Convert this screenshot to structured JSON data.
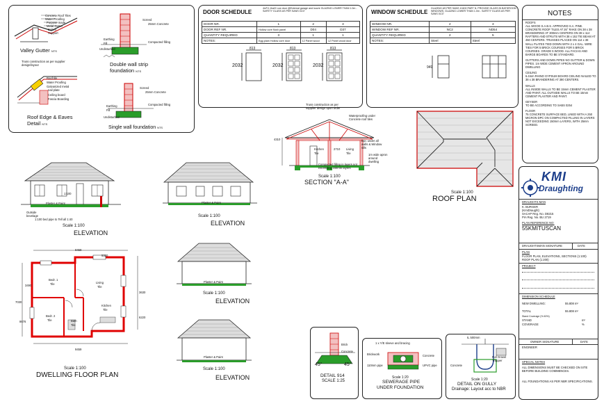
{
  "details_panel": {
    "valley_gutter_title": "Valley Gutter",
    "valley_gutter_nts": "NTS",
    "valley_labels": [
      "Concrete Roof Tiles",
      "Water Proofing",
      "Purpose made",
      "Metal Gutter",
      "Batten",
      "Support"
    ],
    "truss_note": "Truss construction as per supplier design/layout",
    "double_wall_title": "Double wall strip foundation",
    "double_wall_nts": "NTS",
    "double_labels": [
      "Screed",
      "25mm Concrete",
      "Earthing",
      "Fill",
      "Compacted filling",
      "Undisturbed"
    ],
    "roof_edge_title": "Roof Edge & Eaves Detail",
    "roof_edge_nts": "NTS",
    "roof_edge_labels": [
      "Roof tile",
      "Water Proofing",
      "Galvanized metal",
      "nail plate",
      "Ceiling board",
      "Fascia Boarding"
    ],
    "single_wall_title": "Single wall foundation",
    "single_wall_nts": "NTS",
    "single_labels": [
      "Screed",
      "25mm Concrete",
      "Earthing",
      "Fill",
      "Compacted filling",
      "Undisturbed"
    ]
  },
  "door_schedule": {
    "title": "DOOR SCHEDULE",
    "note": "4m²/1.1ha/0 Low door @External garage and louvre GLAZING LOWER THAN 1.0m - SAFETY GLASS AS PER SANS 0137",
    "rows": [
      {
        "label": "DOOR NR.",
        "values": [
          "1",
          "2",
          "3"
        ]
      },
      {
        "label": "DOOR REF NR.",
        "values": [
          "Hollow core flush panel",
          "D04",
          "D37"
        ]
      },
      {
        "label": "QUANTITY REQUIRED",
        "values": [
          "3",
          "1",
          "1"
        ]
      },
      {
        "label": "NOTES:",
        "values": [
          "Egg plain Hollow core door",
          "12 Panel wood",
          "12 Panel wood door"
        ]
      }
    ],
    "dims": [
      "813",
      "813",
      "813"
    ],
    "height": "2032"
  },
  "window_schedule": {
    "title": "WINDOW SCHEDULE",
    "note": "GLAZING AS PER SANS 10400 PART N. PROVIDE GLASS IN BATHROOM WINDOWS. GLAZING LOWER THAN 1.0m - SAFETY GLASS AS PER SANS 0137",
    "rows": [
      {
        "label": "WINDOW NR.",
        "values": [
          "2",
          "3"
        ]
      },
      {
        "label": "WINDOW REF NR.",
        "values": [
          "NC2",
          "ND54"
        ]
      },
      {
        "label": "QUANTITY REQUIRED",
        "values": [
          "2",
          "5"
        ]
      },
      {
        "label": "NOTES:",
        "values": [
          "Steel",
          "Steel"
        ]
      }
    ],
    "height": "949"
  },
  "notes": {
    "title": "NOTES",
    "sections": [
      {
        "heading": "ROOFS",
        "text": "ALL WOOD S.A.B.S. APPROVED S.A. PINE. CONCRETE ROOF TILES AT 26° RAKE ON 38 x 38 BRANDERING AT 300mm CENTERS ON 38 x 114 RAFTERS AND STRUTS WITH 38 x 152 TIE BEAM AT 450 CENTERS. TRUSSES PLACED ON 114 x 38 WALL PLATES TIED DOWN WITH 2 x 4 GAL. WIRE TIES FOR 5 BRICK COURSES FOR 5 BRICK COURSES. GRADE 5 WOOD. ALL FACIAS AND BARGE BOARDS TO BE STANDARD."
      },
      {
        "heading": "",
        "text": "GUTTERS AND DOWN PIPES NO GUTTER & DOWN PIPES. 1m WIDE CEMENT APRON AROUND DWELLING"
      },
      {
        "heading": "CEILING",
        "text": "6.4mm RHINO GYPSUM BOARD CEILING NAILED TO 38 x 38 BRANDERING AT 380 CENTERS."
      },
      {
        "heading": "WALLS",
        "text": "ALL INSIDE WALLS TO BE 15mm CEMENT PLASTER AND PAINT. ALL OUTSIDE WALLS TO BE 15mm CEMENT PLASTER AND PAINT."
      },
      {
        "heading": "GEYSER",
        "text": "TO BE ACCORDING TO SABS 0254"
      },
      {
        "heading": "FLOOR",
        "text": "75 CONCRETE SURFACE BED, LINED WITH A 250 MICRON DPC ON COMPACTED FILLING IN LAYERS NOT EXCEEDING 150mm LAYERS, WITH 25mm SCREED."
      }
    ]
  },
  "title_block": {
    "logo_top": "KMI",
    "logo_bottom": "Draughting",
    "draughtsman_label": "DRAUGHTS MAN",
    "draughtsman_lines": [
      "K. BURGER",
      "(KmiDraught)",
      "SACAP Reg. No. D8215",
      "PIA Reg. No. BU 2719"
    ],
    "plan_ref_label": "PLAN REFERENCE NO:",
    "plan_ref": "55KMITUSCAN",
    "sig_label": "DRAUGHTSMAN SIGNATURE",
    "date_label": "DATE",
    "plan_label": "PLAN",
    "plan_lines": [
      "FLOOR PLAN, ELEVATIONS, SECTIONS (1:100)",
      "ROOF PLAN (1:200)"
    ],
    "project_label": "PROJECT",
    "dimension_label": "DIMENSION SCHEDULE",
    "new_dwelling_label": "NEW DWELLING:",
    "new_dwelling_value": "55.808 m²",
    "total_label": "TOTAL",
    "total_value": "55.808 m²",
    "stand_note": "Stand Coverage (% 60%)",
    "stand_label": "STAND",
    "stand_unit": "m²",
    "coverage_label": "COVERAGE",
    "coverage_unit": "%",
    "owner_sig_label": "OWNER SIGNATURE",
    "owner_date_label": "DATE",
    "engineer_label": "ENGINEER",
    "special_label": "SPECIAL NOTES",
    "special_lines": [
      "ALL DIMENSIONS MUST BE CHECKED ON SITE BEFORE BUILDING COMMENCES.",
      "ALL FOUNDATIONS AS PER NBR SPECIFICATIONS."
    ]
  },
  "views": {
    "elevation1": {
      "scale": "Scale 1:100",
      "title": "ELEVATION",
      "notes": [
        "1:100",
        "Plaster & Paint",
        "Outside bevelage",
        "1:100 bed pipe to Tell all 1:40"
      ]
    },
    "elevation2": {
      "scale": "Scale 1:100",
      "title": "ELEVATION",
      "notes": [
        "Plaster & Paint"
      ]
    },
    "elevation3": {
      "scale": "Scale 1:100",
      "title": "ELEVATION",
      "notes": [
        "Plaster & Paint"
      ]
    },
    "elevation4": {
      "scale": "Scale 1:100",
      "title": "ELEVATION",
      "notes": [
        "Plaster & Paint"
      ]
    },
    "section": {
      "scale": "Scale 1:100",
      "title": "SECTION \"A-A\"",
      "notes": [
        "Truss construction as per supplier design upon order",
        "Waterproofing under Concrete roof tiles",
        "Dpc under all walls & Window sills",
        "1m wide apron around dwelling",
        "Compacted filling in layers not exceeding 150mm layers"
      ],
      "rooms": [
        "Kitchen",
        "Tile",
        "Living",
        "Tile"
      ],
      "dims": [
        "4310",
        "2710"
      ]
    },
    "roof_plan": {
      "scale": "Scale 1:100",
      "title": "ROOF PLAN"
    },
    "floor_plan": {
      "scale": "Scale 1:100",
      "title": "DWELLING FLOOR PLAN",
      "rooms": [
        {
          "name": "Bedr. 1",
          "floor": "Tile"
        },
        {
          "name": "Living",
          "floor": "Tile"
        },
        {
          "name": "Bedr. 2",
          "floor": "Tile"
        },
        {
          "name": "Bath",
          "floor": "Tile"
        },
        {
          "name": "Kitchen",
          "floor": "Tile"
        }
      ],
      "dims": [
        "9459",
        "5320",
        "8676",
        "7030",
        "3490",
        "3630",
        "9459",
        "6220"
      ]
    },
    "detail_914": {
      "title": "DETAIL 914",
      "scale": "SCALE 1:25",
      "angles": [
        "45°",
        "45°"
      ],
      "labels": [
        "Brick",
        "Concrete"
      ]
    },
    "sewerage": {
      "title": "SEWERAGE PIPE",
      "subtitle": "UNDER FOUNDATION",
      "scale": "Scale 1:20",
      "labels": [
        "1 x Y/E sleeve and bracing",
        "Brickwork",
        "Concrete",
        "110mm pipe",
        "UPVC pipe"
      ]
    },
    "gully": {
      "title": "DETAIL ON GULLY",
      "subtitle": "Drainage: Layout acc to NBR",
      "scale": "Scale 1:20",
      "labels": [
        "IL 500mm",
        "Full Gravel Trapper",
        "Concrete"
      ]
    }
  }
}
